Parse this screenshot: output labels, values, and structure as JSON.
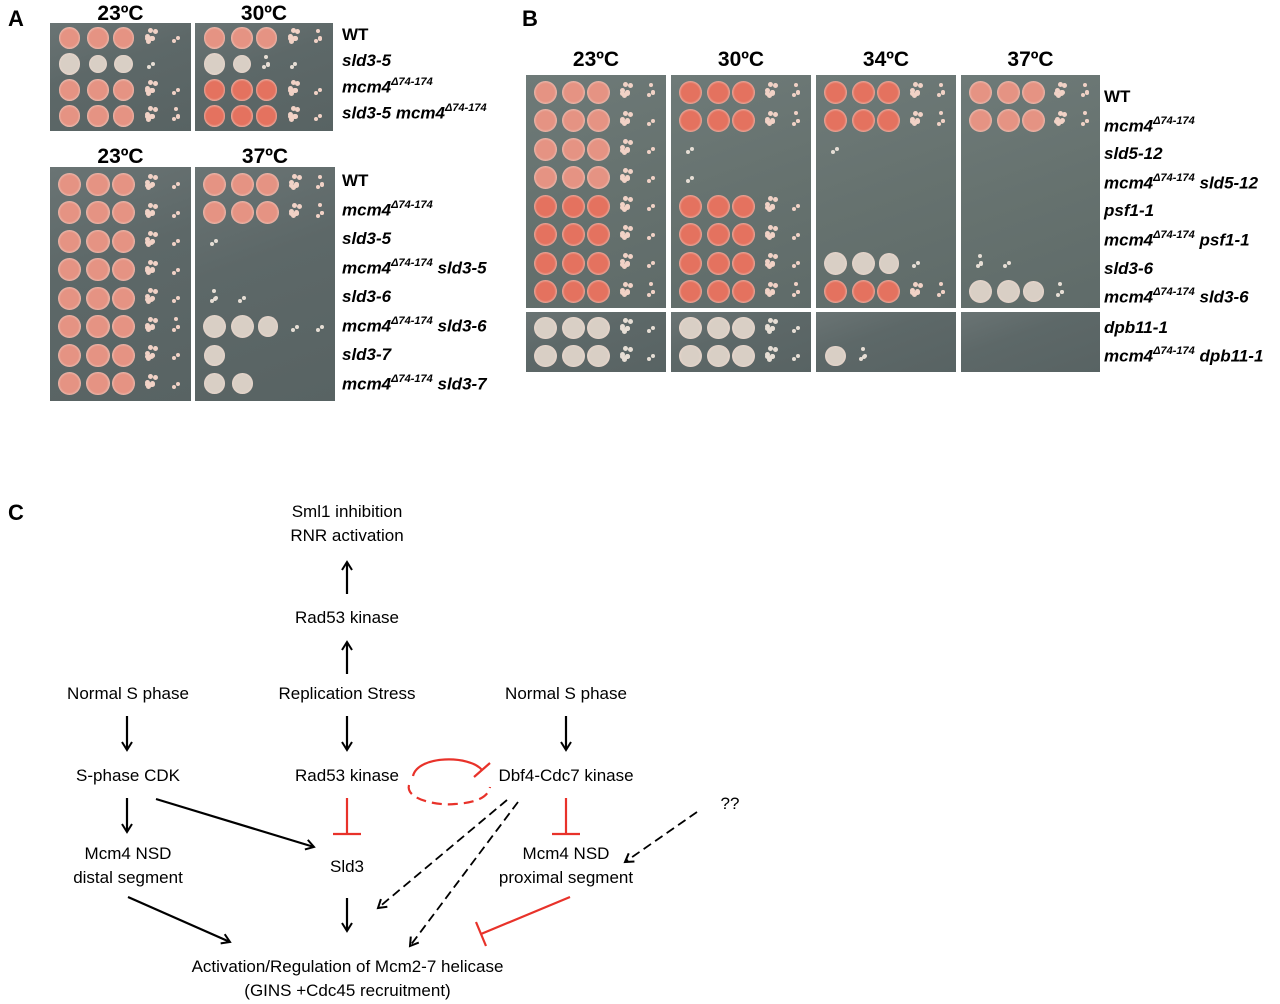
{
  "panels": {
    "A": {
      "letter": "A",
      "top": {
        "temps": [
          "23ºC",
          "30ºC"
        ],
        "strains": [
          {
            "base": "WT",
            "sup": "",
            "suffix": "",
            "roman": true
          },
          {
            "base": "sld3-5",
            "sup": "",
            "suffix": ""
          },
          {
            "base": "mcm4",
            "sup": "Δ74-174",
            "suffix": ""
          },
          {
            "base": "sld3-5 mcm4",
            "sup": "Δ74-174",
            "suffix": ""
          }
        ],
        "growth": [
          [
            [
              4,
              4,
              4,
              3,
              1
            ],
            [
              4,
              4,
              4,
              3,
              2
            ]
          ],
          [
            [
              4,
              3,
              3,
              1,
              0
            ],
            [
              4,
              3,
              2,
              1,
              0
            ]
          ],
          [
            [
              4,
              4,
              4,
              3,
              1
            ],
            [
              4,
              4,
              4,
              3,
              1
            ]
          ],
          [
            [
              4,
              4,
              4,
              3,
              2
            ],
            [
              4,
              4,
              4,
              3,
              1
            ]
          ]
        ],
        "color": [
          [
            "pink",
            "pink"
          ],
          [
            "pale",
            "pale"
          ],
          [
            "pink",
            "red"
          ],
          [
            "pink",
            "red"
          ]
        ]
      },
      "bottom": {
        "temps": [
          "23ºC",
          "37ºC"
        ],
        "strains": [
          {
            "base": "WT",
            "sup": "",
            "suffix": "",
            "roman": true
          },
          {
            "base": "mcm4",
            "sup": "Δ74-174",
            "suffix": ""
          },
          {
            "base": "sld3-5",
            "sup": "",
            "suffix": ""
          },
          {
            "base": "mcm4",
            "sup": "Δ74-174",
            "suffix": " sld3-5"
          },
          {
            "base": "sld3-6",
            "sup": "",
            "suffix": ""
          },
          {
            "base": "mcm4",
            "sup": "Δ74-174",
            "suffix": " sld3-6"
          },
          {
            "base": "sld3-7",
            "sup": "",
            "suffix": ""
          },
          {
            "base": "mcm4",
            "sup": "Δ74-174",
            "suffix": " sld3-7"
          }
        ],
        "growth": [
          [
            [
              4,
              4,
              4,
              3,
              1
            ],
            [
              4,
              4,
              4,
              3,
              2
            ]
          ],
          [
            [
              4,
              4,
              4,
              3,
              1
            ],
            [
              4,
              4,
              4,
              3,
              2
            ]
          ],
          [
            [
              4,
              4,
              4,
              3,
              1
            ],
            [
              1,
              0,
              0,
              0,
              0
            ]
          ],
          [
            [
              4,
              4,
              4,
              3,
              1
            ],
            [
              0,
              0,
              0,
              0,
              0
            ]
          ],
          [
            [
              4,
              4,
              4,
              3,
              1
            ],
            [
              2,
              1,
              0,
              0,
              0
            ]
          ],
          [
            [
              4,
              4,
              4,
              3,
              2
            ],
            [
              4,
              4,
              3,
              1,
              1
            ]
          ],
          [
            [
              4,
              4,
              4,
              3,
              1
            ],
            [
              3,
              0,
              0,
              0,
              0
            ]
          ],
          [
            [
              4,
              4,
              4,
              3,
              1
            ],
            [
              3,
              3,
              0,
              0,
              0
            ]
          ]
        ],
        "color": [
          [
            "pink",
            "pink"
          ],
          [
            "pink",
            "pink"
          ],
          [
            "pink",
            "pale"
          ],
          [
            "pink",
            "pale"
          ],
          [
            "pink",
            "pale"
          ],
          [
            "pink",
            "pale"
          ],
          [
            "pink",
            "pale"
          ],
          [
            "pink",
            "pale"
          ]
        ]
      }
    },
    "B": {
      "letter": "B",
      "temps": [
        "23ºC",
        "30ºC",
        "34ºC",
        "37ºC"
      ],
      "strains": [
        {
          "base": "WT",
          "sup": "",
          "suffix": "",
          "roman": true
        },
        {
          "base": "mcm4",
          "sup": "Δ74-174",
          "suffix": ""
        },
        {
          "base": "sld5-12",
          "sup": "",
          "suffix": ""
        },
        {
          "base": "mcm4",
          "sup": "Δ74-174",
          "suffix": " sld5-12"
        },
        {
          "base": "psf1-1",
          "sup": "",
          "suffix": ""
        },
        {
          "base": "mcm4",
          "sup": "Δ74-174",
          "suffix": " psf1-1"
        },
        {
          "base": "sld3-6",
          "sup": "",
          "suffix": ""
        },
        {
          "base": "mcm4",
          "sup": "Δ74-174",
          "suffix": " sld3-6"
        }
      ],
      "strains_lower": [
        {
          "base": "dpb11-1",
          "sup": "",
          "suffix": ""
        },
        {
          "base": "mcm4",
          "sup": "Δ74-174",
          "suffix": " dpb11-1"
        }
      ],
      "growth": [
        [
          [
            4,
            4,
            4,
            3,
            2
          ],
          [
            4,
            4,
            4,
            3,
            2
          ],
          [
            4,
            4,
            4,
            3,
            2
          ],
          [
            4,
            4,
            4,
            3,
            2
          ]
        ],
        [
          [
            4,
            4,
            4,
            3,
            1
          ],
          [
            4,
            4,
            4,
            3,
            2
          ],
          [
            4,
            4,
            4,
            3,
            2
          ],
          [
            4,
            4,
            4,
            3,
            2
          ]
        ],
        [
          [
            4,
            4,
            4,
            3,
            1
          ],
          [
            1,
            0,
            0,
            0,
            0
          ],
          [
            1,
            0,
            0,
            0,
            0
          ],
          [
            0,
            0,
            0,
            0,
            0
          ]
        ],
        [
          [
            4,
            4,
            4,
            3,
            1
          ],
          [
            1,
            0,
            0,
            0,
            0
          ],
          [
            0,
            0,
            0,
            0,
            0
          ],
          [
            0,
            0,
            0,
            0,
            0
          ]
        ],
        [
          [
            4,
            4,
            4,
            3,
            1
          ],
          [
            4,
            4,
            4,
            3,
            1
          ],
          [
            0,
            0,
            0,
            0,
            0
          ],
          [
            0,
            0,
            0,
            0,
            0
          ]
        ],
        [
          [
            4,
            4,
            4,
            3,
            1
          ],
          [
            4,
            4,
            4,
            3,
            1
          ],
          [
            0,
            0,
            0,
            0,
            0
          ],
          [
            0,
            0,
            0,
            0,
            0
          ]
        ],
        [
          [
            4,
            4,
            4,
            3,
            1
          ],
          [
            4,
            4,
            4,
            3,
            1
          ],
          [
            4,
            4,
            3,
            1,
            0
          ],
          [
            2,
            1,
            0,
            0,
            0
          ]
        ],
        [
          [
            4,
            4,
            4,
            3,
            2
          ],
          [
            4,
            4,
            4,
            3,
            2
          ],
          [
            4,
            4,
            4,
            3,
            2
          ],
          [
            4,
            4,
            3,
            2,
            0
          ]
        ]
      ],
      "color": [
        [
          "pink",
          "red",
          "red",
          "pink"
        ],
        [
          "pink",
          "red",
          "red",
          "pink"
        ],
        [
          "pink",
          "pale",
          "pale",
          "pale"
        ],
        [
          "pink",
          "pale",
          "pale",
          "pale"
        ],
        [
          "red",
          "red",
          "pale",
          "pale"
        ],
        [
          "red",
          "red",
          "pale",
          "pale"
        ],
        [
          "red",
          "red",
          "pale",
          "pale"
        ],
        [
          "red",
          "red",
          "red",
          "pale"
        ]
      ],
      "growth_lower": [
        [
          [
            4,
            4,
            4,
            3,
            1
          ],
          [
            4,
            4,
            4,
            3,
            1
          ],
          [
            0,
            0,
            0,
            0,
            0
          ],
          [
            0,
            0,
            0,
            0,
            0
          ]
        ],
        [
          [
            4,
            4,
            4,
            3,
            1
          ],
          [
            4,
            4,
            4,
            3,
            1
          ],
          [
            3,
            2,
            0,
            0,
            0
          ],
          [
            0,
            0,
            0,
            0,
            0
          ]
        ]
      ]
    },
    "C": {
      "letter": "C",
      "nodes": {
        "sml1": [
          "Sml1 inhibition",
          "RNR activation"
        ],
        "rad53_top": "Rad53 kinase",
        "normal_s_left": "Normal S phase",
        "replication_stress": "Replication Stress",
        "normal_s_right": "Normal S phase",
        "sphase_cdk": "S-phase CDK",
        "rad53_mid": "Rad53 kinase",
        "dbf4_cdc7": "Dbf4-Cdc7 kinase",
        "unknown": "??",
        "mcm4_distal": [
          "Mcm4 NSD",
          "distal segment"
        ],
        "sld3": "Sld3",
        "mcm4_proximal": [
          "Mcm4 NSD",
          "proximal segment"
        ],
        "mcm27": [
          "Activation/Regulation of Mcm2-7 helicase",
          "(GINS +Cdc45 recruitment)"
        ]
      },
      "edges": [
        {
          "from": "rad53_top",
          "to": "sml1",
          "type": "activate"
        },
        {
          "from": "replication_stress",
          "to": "rad53_top",
          "type": "activate"
        },
        {
          "from": "normal_s_left",
          "to": "sphase_cdk",
          "type": "activate"
        },
        {
          "from": "replication_stress",
          "to": "rad53_mid",
          "type": "activate"
        },
        {
          "from": "normal_s_right",
          "to": "dbf4_cdc7",
          "type": "activate"
        },
        {
          "from": "rad53_mid",
          "to": "dbf4_cdc7",
          "type": "inhibit"
        },
        {
          "from": "dbf4_cdc7",
          "to": "rad53_mid",
          "type": "inhibit-dashed"
        },
        {
          "from": "sphase_cdk",
          "to": "mcm4_distal",
          "type": "activate"
        },
        {
          "from": "sphase_cdk",
          "to": "sld3",
          "type": "activate"
        },
        {
          "from": "rad53_mid",
          "to": "sld3",
          "type": "inhibit"
        },
        {
          "from": "dbf4_cdc7",
          "to": "mcm4_proximal",
          "type": "inhibit"
        },
        {
          "from": "unknown",
          "to": "mcm4_proximal",
          "type": "activate-dashed"
        },
        {
          "from": "dbf4_cdc7",
          "to": "sld3",
          "type": "activate-dashed"
        },
        {
          "from": "dbf4_cdc7",
          "to": "mcm27",
          "type": "activate-dashed"
        },
        {
          "from": "mcm4_distal",
          "to": "mcm27",
          "type": "activate"
        },
        {
          "from": "sld3",
          "to": "mcm27",
          "type": "activate"
        },
        {
          "from": "mcm4_proximal",
          "to": "mcm27",
          "type": "inhibit"
        }
      ],
      "colors": {
        "activate": "#000000",
        "inhibit": "#e8322a"
      }
    }
  },
  "spot_colors": {
    "red": "#e4725f",
    "pink": "#e59383",
    "pale": "#d9cfc5"
  }
}
